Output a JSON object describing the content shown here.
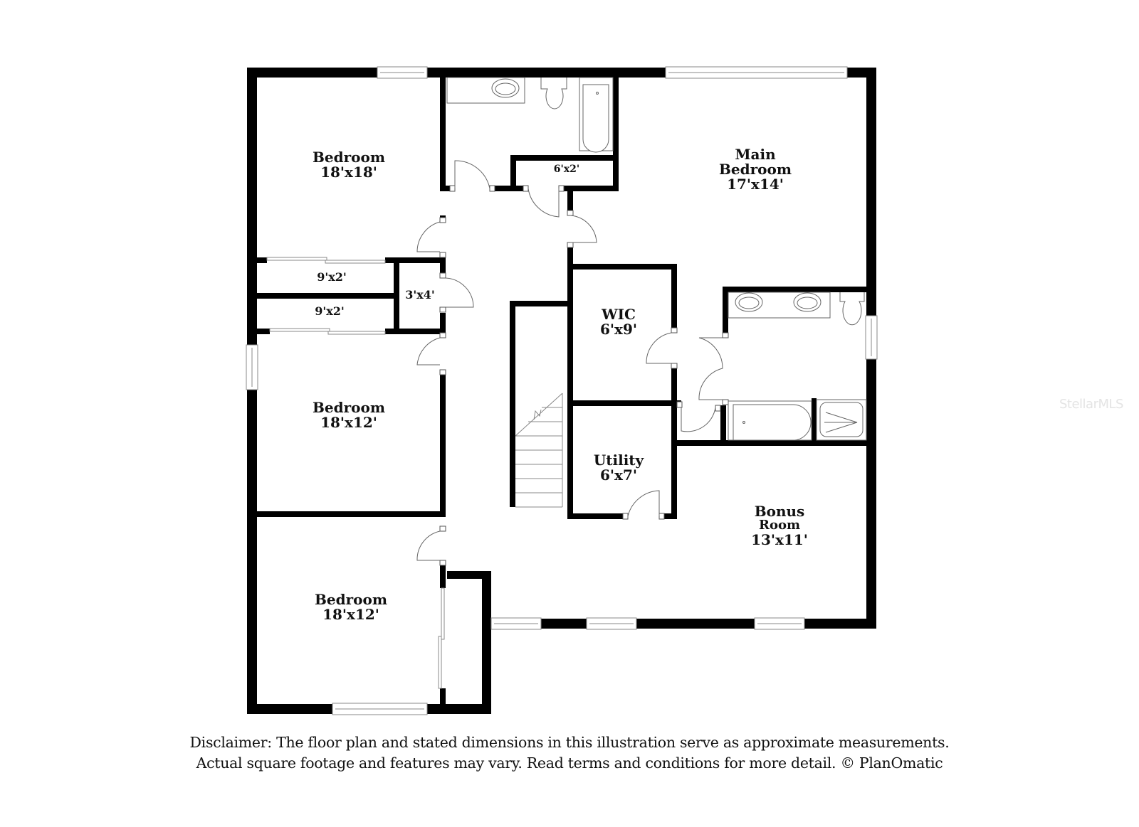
{
  "floorplan": {
    "rooms": [
      {
        "id": "bedroom-1",
        "name": "Bedroom",
        "dims": "18'x18'"
      },
      {
        "id": "closet-1",
        "name": "",
        "dims": "9'x2'"
      },
      {
        "id": "closet-2",
        "name": "",
        "dims": "9'x2'"
      },
      {
        "id": "closet-3",
        "name": "",
        "dims": "3'x4'"
      },
      {
        "id": "bedroom-2",
        "name": "Bedroom",
        "dims": "18'x12'"
      },
      {
        "id": "bedroom-3",
        "name": "Bedroom",
        "dims": "18'x12'"
      },
      {
        "id": "linen-closet",
        "name": "",
        "dims": "6'x2'"
      },
      {
        "id": "main-bedroom",
        "name": "Main",
        "name2": "Bedroom",
        "dims": "17'x14'"
      },
      {
        "id": "wic",
        "name": "WIC",
        "dims": "6'x9'"
      },
      {
        "id": "utility",
        "name": "Utility",
        "dims": "6'x7'"
      },
      {
        "id": "bonus-room",
        "name": "Bonus",
        "name2": "Room",
        "dims": "13'x11'"
      }
    ],
    "wall_color": "#000000",
    "fixture_color": "#555555"
  },
  "disclaimer": {
    "line1": "Disclaimer: The floor plan and stated dimensions in this illustration serve as approximate measurements.",
    "line2": "Actual square footage and features may vary. Read terms and conditions for more detail. © PlanOmatic"
  },
  "watermark": "StellarMLS"
}
